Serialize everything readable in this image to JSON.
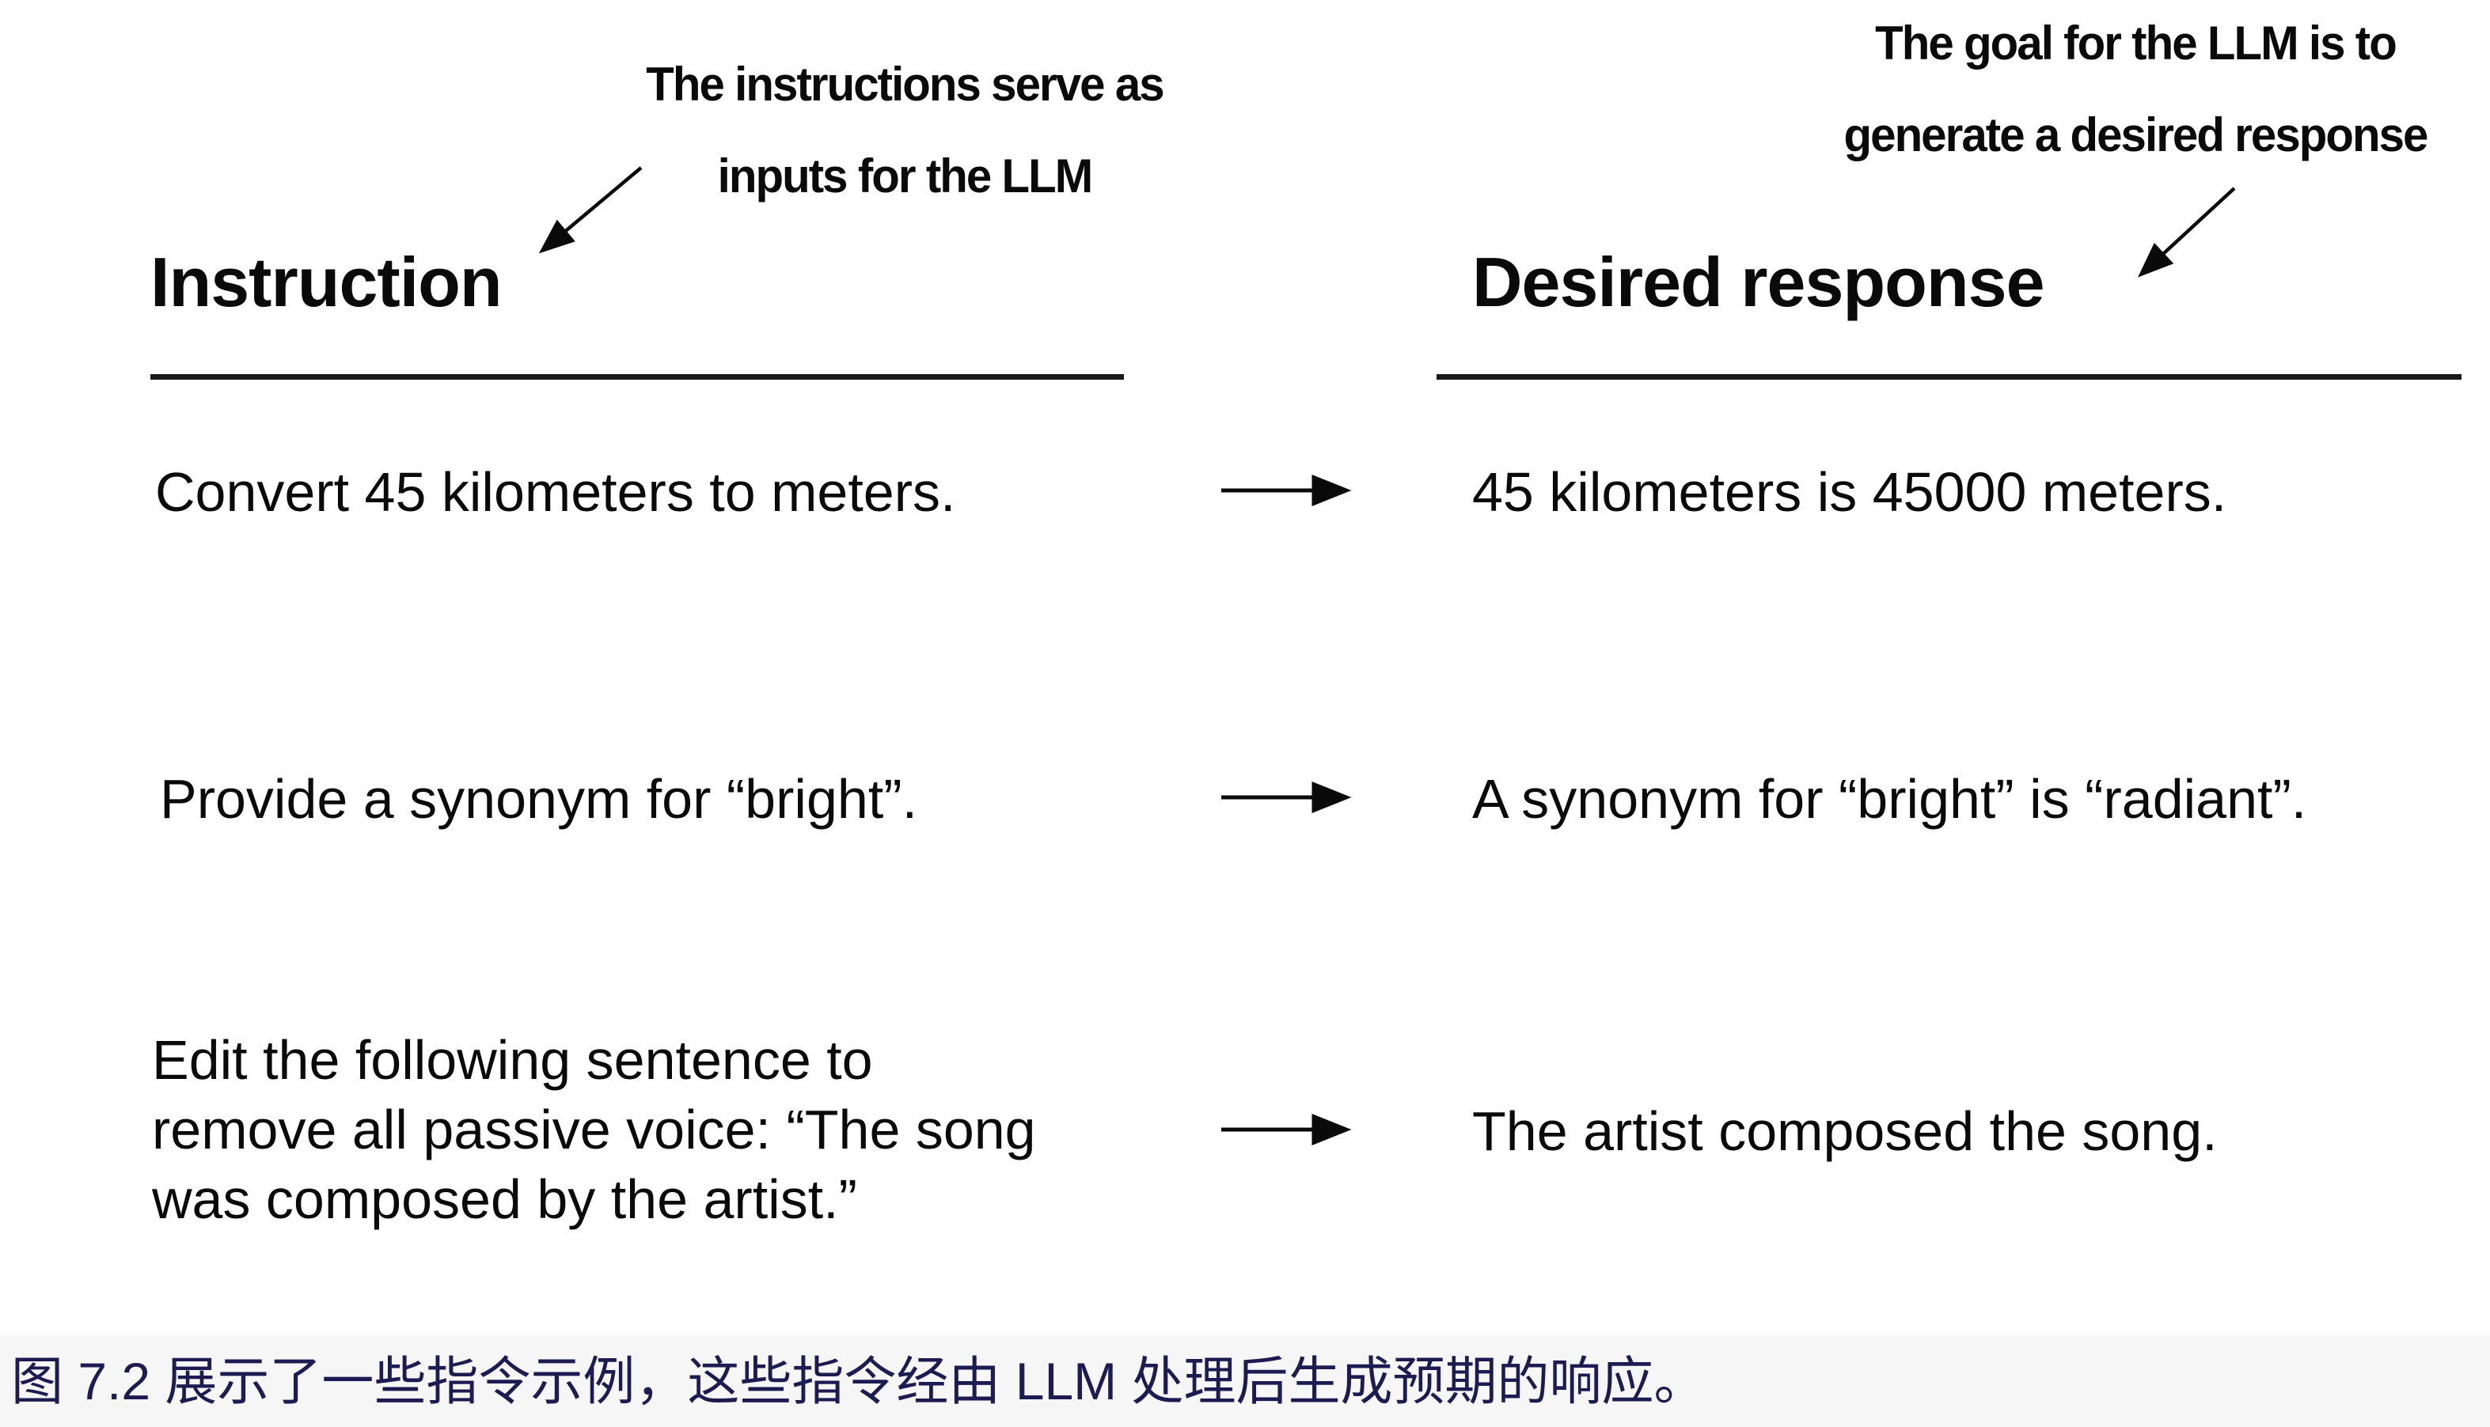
{
  "figure": {
    "annotation_left": {
      "line1": "The instructions serve as",
      "line2": "inputs for the LLM"
    },
    "annotation_right": {
      "line1": "The goal for the LLM is to",
      "line2": "generate a desired response"
    },
    "left_header": "Instruction",
    "right_header": "Desired response",
    "rows": [
      {
        "instruction": "Convert 45 kilometers to meters.",
        "response": "45 kilometers is 45000 meters."
      },
      {
        "instruction": "Provide a synonym for “bright”.",
        "response": "A synonym for “bright” is “radiant”."
      },
      {
        "instruction": "Edit the following sentence to remove all passive voice: “The song was composed by the artist.”",
        "response": "The artist composed the song."
      }
    ]
  },
  "caption": {
    "text": "图 7.2 展示了一些指令示例，这些指令经由 LLM 处理后生成预期的响应。"
  },
  "colors": {
    "text": "#0a0a0a",
    "caption": "#1c1c52",
    "divider": "#1a1a1a",
    "background": "#ffffff",
    "caption_strip": "#f6f6f7"
  }
}
